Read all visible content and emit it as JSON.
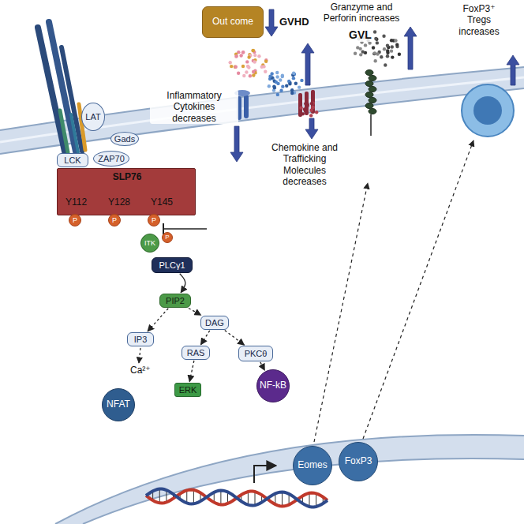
{
  "diagram": {
    "nodes": [
      {
        "text": [
          "Out come"
        ]
      },
      {
        "text": [
          "LAT"
        ]
      },
      {
        "text": [
          "Gads"
        ]
      },
      {
        "text": [
          "LCK"
        ]
      },
      {
        "text": [
          "ZAP70"
        ]
      },
      {
        "text": [
          "SLP76",
          "Y112",
          "Y128",
          "Y145"
        ]
      },
      {
        "text": [
          "P"
        ]
      },
      {
        "text": [
          "P"
        ]
      },
      {
        "text": [
          "P"
        ]
      },
      {
        "text": [
          "ITK"
        ]
      },
      {
        "text": [
          "P"
        ]
      },
      {
        "text": [
          "PLCγ1"
        ]
      },
      {
        "text": [
          "PIP2"
        ]
      },
      {
        "text": [
          "IP3"
        ]
      },
      {
        "text": [
          "DAG"
        ]
      },
      {
        "text": [
          "RAS"
        ]
      },
      {
        "text": [
          "PKCθ"
        ]
      },
      {
        "text": [
          "NFAT"
        ]
      },
      {
        "text": [
          "ERK"
        ]
      },
      {
        "text": [
          "NF-kB"
        ]
      },
      {
        "text": [
          "Eomes"
        ]
      },
      {
        "text": [
          "FoxP3"
        ]
      }
    ],
    "edges": [
      {
        "from": 11,
        "to": 12,
        "arrow": "to"
      },
      {
        "from": 12,
        "to": 13,
        "arrow": "to"
      },
      {
        "from": 12,
        "to": 14,
        "arrow": "to"
      },
      {
        "from": 14,
        "to": 15,
        "arrow": "to"
      },
      {
        "from": 14,
        "to": 16,
        "arrow": "to"
      },
      {
        "from": 15,
        "to": 18,
        "arrow": "to"
      },
      {
        "from": 16,
        "to": 19,
        "arrow": "to"
      }
    ],
    "labels": [
      "GVHD",
      "Inflammatory Cytokines decreases",
      "Chemokine and Trafficking Molecules decreases",
      "Granzyme and Perforin increases",
      "GVL",
      "FoxP3⁺ Tregs increases",
      "Ca²⁺"
    ]
  }
}
